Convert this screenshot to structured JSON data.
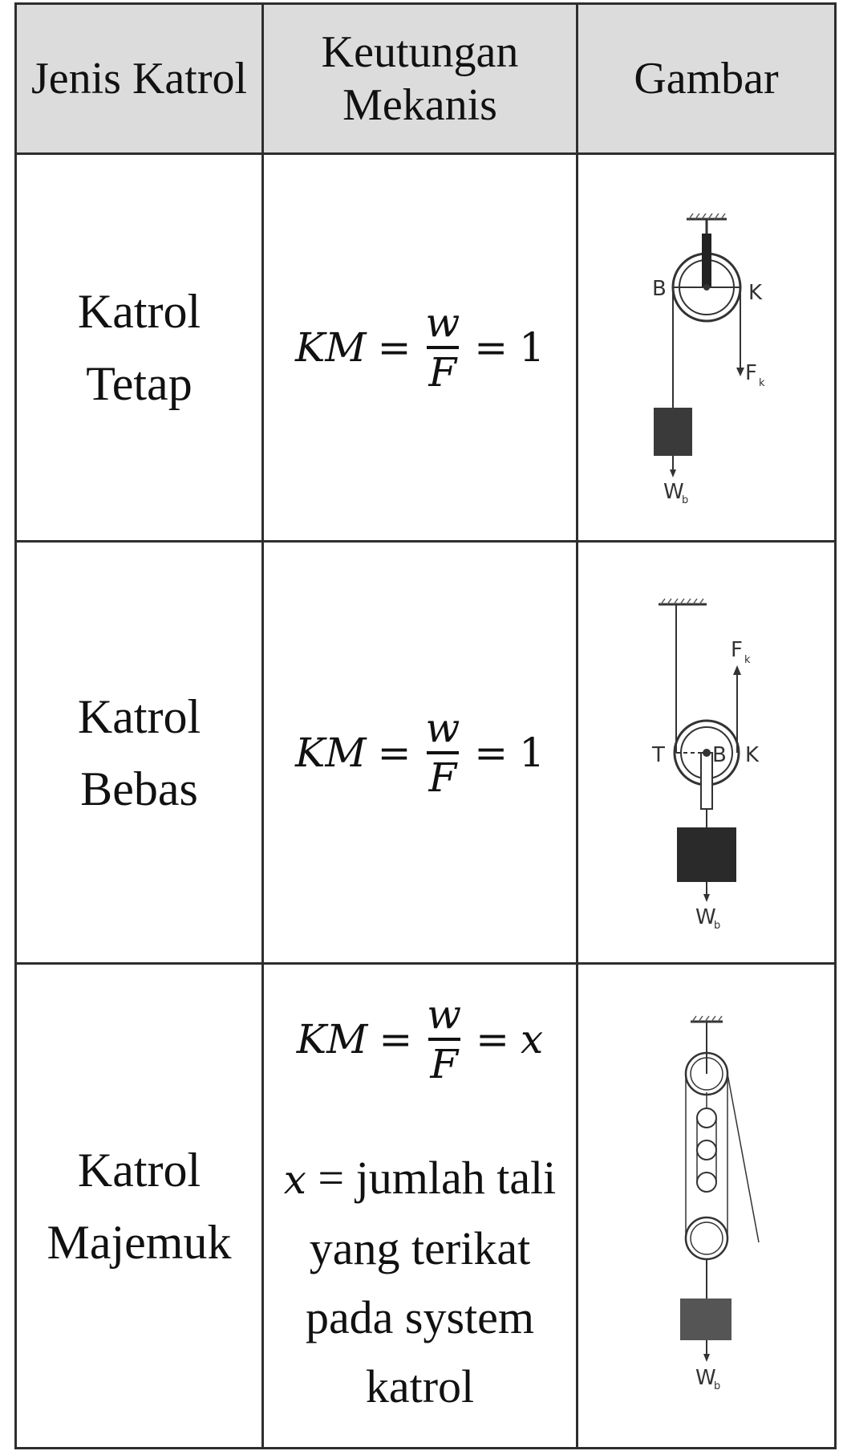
{
  "headers": {
    "type": "Jenis Katrol",
    "km_line1": "Keutungan",
    "km_line2": "Mekanis",
    "figure": "Gambar"
  },
  "formula": {
    "lhs": "KM",
    "num": "w",
    "den": "F",
    "eq": "="
  },
  "rows": [
    {
      "name_line1": "Katrol",
      "name_line2": "Tetap",
      "rhs": "1",
      "figure": {
        "B": "B",
        "K": "K",
        "F": "F",
        "F_sub": "k",
        "W": "W",
        "W_sub": "b"
      }
    },
    {
      "name_line1": "Katrol",
      "name_line2": "Bebas",
      "rhs": "1",
      "figure": {
        "T": "T",
        "B": "B",
        "K": "K",
        "F": "F",
        "F_sub": "k",
        "W": "W",
        "W_sub": "b"
      }
    },
    {
      "name_line1": "Katrol",
      "name_line2": "Majemuk",
      "rhs": "x",
      "note_var": "x",
      "note_text": " = jumlah tali yang terikat pada system katrol",
      "note_line1": "= jumlah tali",
      "note_line2": "yang terikat",
      "note_line3": "pada system",
      "note_line4": "katrol",
      "figure": {
        "W": "W",
        "W_sub": "b"
      }
    }
  ],
  "colors": {
    "border": "#2e2e2e",
    "header_bg": "#dcdcdc",
    "block_dark": "#2a2a2a",
    "block_mid": "#555555"
  }
}
